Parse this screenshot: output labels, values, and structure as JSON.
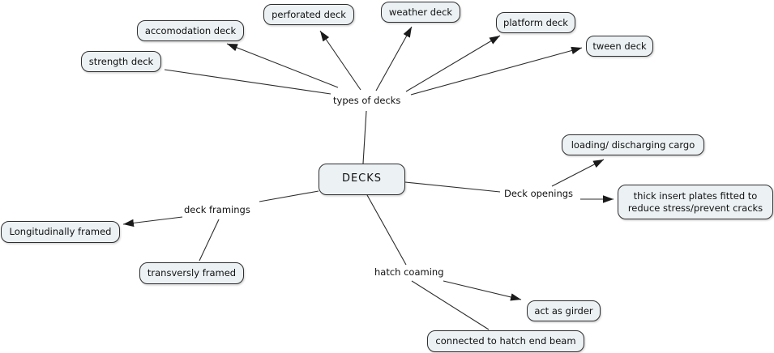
{
  "title": "DECKS concept map",
  "colors": {
    "background": "#ffffff",
    "box_fill": "#ecf1f4",
    "box_border": "#2f2f2f",
    "line": "#2b2b2b",
    "text": "#111111"
  },
  "nodes": {
    "decks": "DECKS",
    "strength": "strength deck",
    "accomodation": "accomodation deck",
    "perforated": "perforated deck",
    "weather": "weather deck",
    "platform": "platform deck",
    "tween": "tween deck",
    "loading": "loading/ discharging cargo",
    "thick_insert": "thick insert plates fitted to\nreduce stress/prevent cracks",
    "longitudinal": "Longitudinally framed",
    "transversly": "transversly framed",
    "girder": "act as girder",
    "connected": "connected to hatch end beam"
  },
  "linking_phrases": {
    "types": "types of decks",
    "openings": "Deck openings",
    "framings": "deck framings",
    "coaming": "hatch coaming"
  },
  "edges": [
    {
      "from": "DECKS",
      "to": "types of decks",
      "arrow": false
    },
    {
      "from": "types of decks",
      "to": "strength deck",
      "arrow": false
    },
    {
      "from": "types of decks",
      "to": "accomodation deck",
      "arrow": true
    },
    {
      "from": "types of decks",
      "to": "perforated deck",
      "arrow": true
    },
    {
      "from": "types of decks",
      "to": "weather deck",
      "arrow": true
    },
    {
      "from": "types of decks",
      "to": "platform deck",
      "arrow": true
    },
    {
      "from": "types of decks",
      "to": "tween deck",
      "arrow": true
    },
    {
      "from": "DECKS",
      "to": "Deck openings",
      "arrow": false
    },
    {
      "from": "Deck openings",
      "to": "loading/ discharging cargo",
      "arrow": true
    },
    {
      "from": "Deck openings",
      "to": "thick insert plates fitted to reduce stress/prevent cracks",
      "arrow": true
    },
    {
      "from": "DECKS",
      "to": "deck framings",
      "arrow": false
    },
    {
      "from": "deck framings",
      "to": "Longitudinally framed",
      "arrow": true
    },
    {
      "from": "deck framings",
      "to": "transversly framed",
      "arrow": false
    },
    {
      "from": "DECKS",
      "to": "hatch coaming",
      "arrow": false
    },
    {
      "from": "hatch coaming",
      "to": "act as girder",
      "arrow": true
    },
    {
      "from": "hatch coaming",
      "to": "connected to hatch end beam",
      "arrow": false
    }
  ]
}
